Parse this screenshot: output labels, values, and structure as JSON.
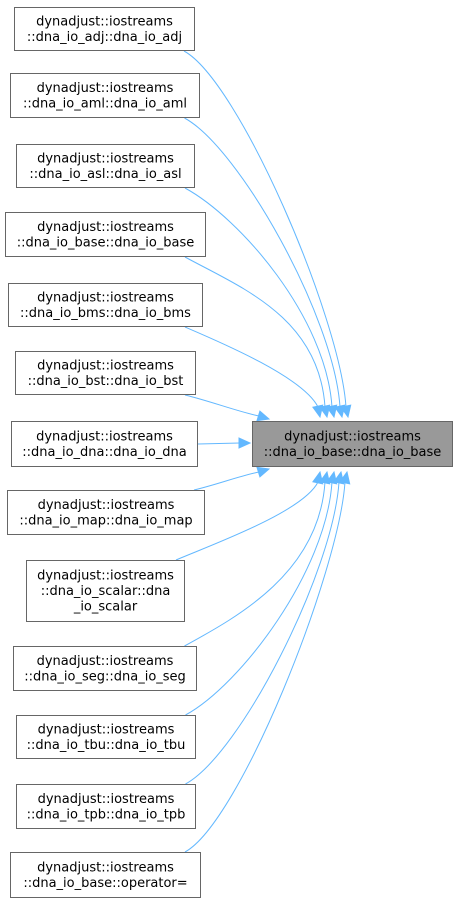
{
  "diagram": {
    "type": "caller-graph",
    "colors": {
      "edge": "#63b8ff",
      "node_border": "#666666",
      "node_fill": "#ffffff",
      "target_fill": "#999999",
      "text": "#000000"
    },
    "target": {
      "id": "target",
      "lines": [
        "dynadjust::iostreams",
        "::dna_io_base::dna_io_base"
      ]
    },
    "callers": [
      {
        "id": "adj",
        "lines": [
          "dynadjust::iostreams",
          "::dna_io_adj::dna_io_adj"
        ]
      },
      {
        "id": "aml",
        "lines": [
          "dynadjust::iostreams",
          "::dna_io_aml::dna_io_aml"
        ]
      },
      {
        "id": "asl",
        "lines": [
          "dynadjust::iostreams",
          "::dna_io_asl::dna_io_asl"
        ]
      },
      {
        "id": "base",
        "lines": [
          "dynadjust::iostreams",
          "::dna_io_base::dna_io_base"
        ]
      },
      {
        "id": "bms",
        "lines": [
          "dynadjust::iostreams",
          "::dna_io_bms::dna_io_bms"
        ]
      },
      {
        "id": "bst",
        "lines": [
          "dynadjust::iostreams",
          "::dna_io_bst::dna_io_bst"
        ]
      },
      {
        "id": "dna",
        "lines": [
          "dynadjust::iostreams",
          "::dna_io_dna::dna_io_dna"
        ]
      },
      {
        "id": "map",
        "lines": [
          "dynadjust::iostreams",
          "::dna_io_map::dna_io_map"
        ]
      },
      {
        "id": "scalar",
        "lines": [
          "dynadjust::iostreams",
          "::dna_io_scalar::dna",
          "_io_scalar"
        ]
      },
      {
        "id": "seg",
        "lines": [
          "dynadjust::iostreams",
          "::dna_io_seg::dna_io_seg"
        ]
      },
      {
        "id": "tbu",
        "lines": [
          "dynadjust::iostreams",
          "::dna_io_tbu::dna_io_tbu"
        ]
      },
      {
        "id": "tpb",
        "lines": [
          "dynadjust::iostreams",
          "::dna_io_tpb::dna_io_tpb"
        ]
      },
      {
        "id": "operator",
        "lines": [
          "dynadjust::iostreams",
          "::dna_io_base::operator="
        ]
      }
    ]
  }
}
